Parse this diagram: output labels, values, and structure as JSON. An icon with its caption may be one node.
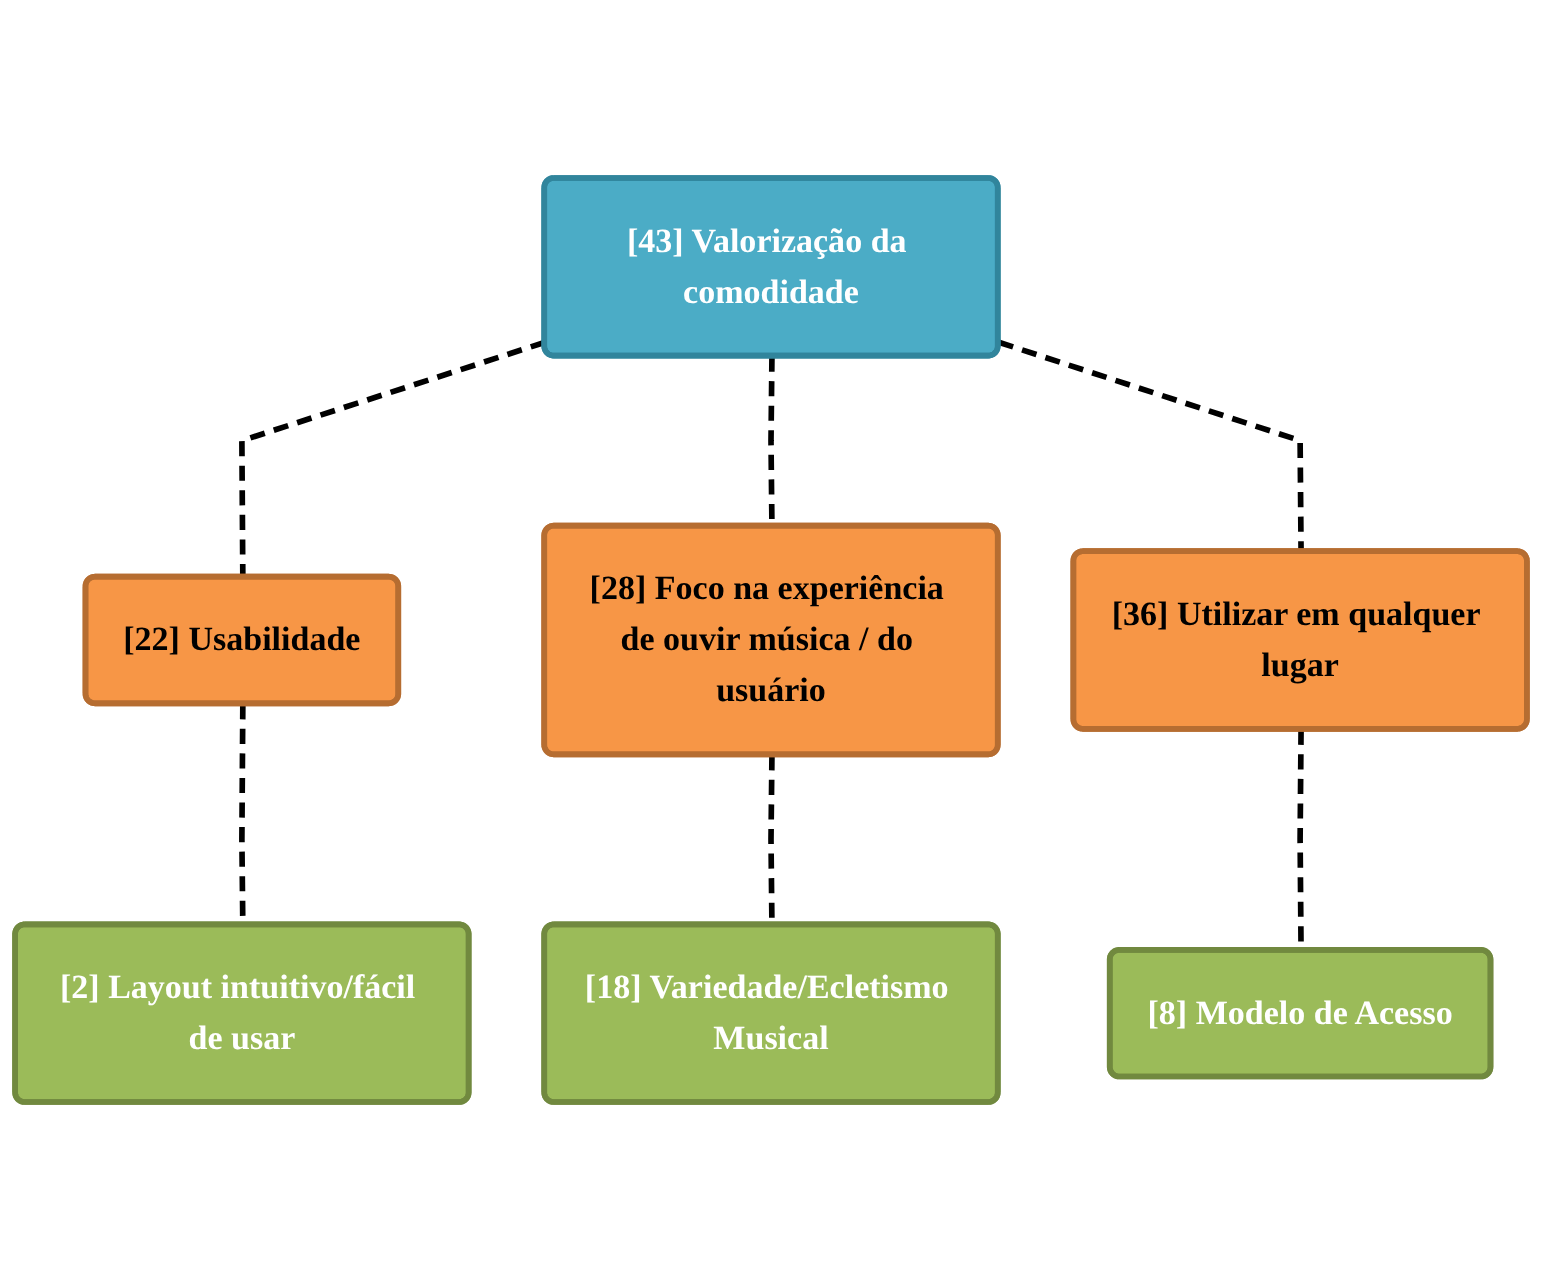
{
  "diagram": {
    "nodes": [
      {
        "text": [
          "[43] Valorização da comodidade"
        ]
      },
      {
        "text": [
          "[22] Usabilidade"
        ]
      },
      {
        "text": [
          "[28] Foco na experiência de ouvir música / do usuário"
        ]
      },
      {
        "text": [
          "[36] Utilizar em qualquer lugar"
        ]
      },
      {
        "text": [
          "[2] Layout intuitivo/fácil de usar"
        ]
      },
      {
        "text": [
          "[18] Variedade/Ecletismo Musical"
        ]
      },
      {
        "text": [
          "[8] Modelo de Acesso"
        ]
      }
    ],
    "edges": [
      {
        "from": 0,
        "to": 1,
        "arrow": "none",
        "style": "dashed"
      },
      {
        "from": 0,
        "to": 2,
        "arrow": "none",
        "style": "dashed"
      },
      {
        "from": 0,
        "to": 3,
        "arrow": "none",
        "style": "dashed"
      },
      {
        "from": 1,
        "to": 4,
        "arrow": "none",
        "style": "dashed"
      },
      {
        "from": 2,
        "to": 5,
        "arrow": "none",
        "style": "dashed"
      },
      {
        "from": 3,
        "to": 6,
        "arrow": "none",
        "style": "dashed"
      }
    ]
  }
}
